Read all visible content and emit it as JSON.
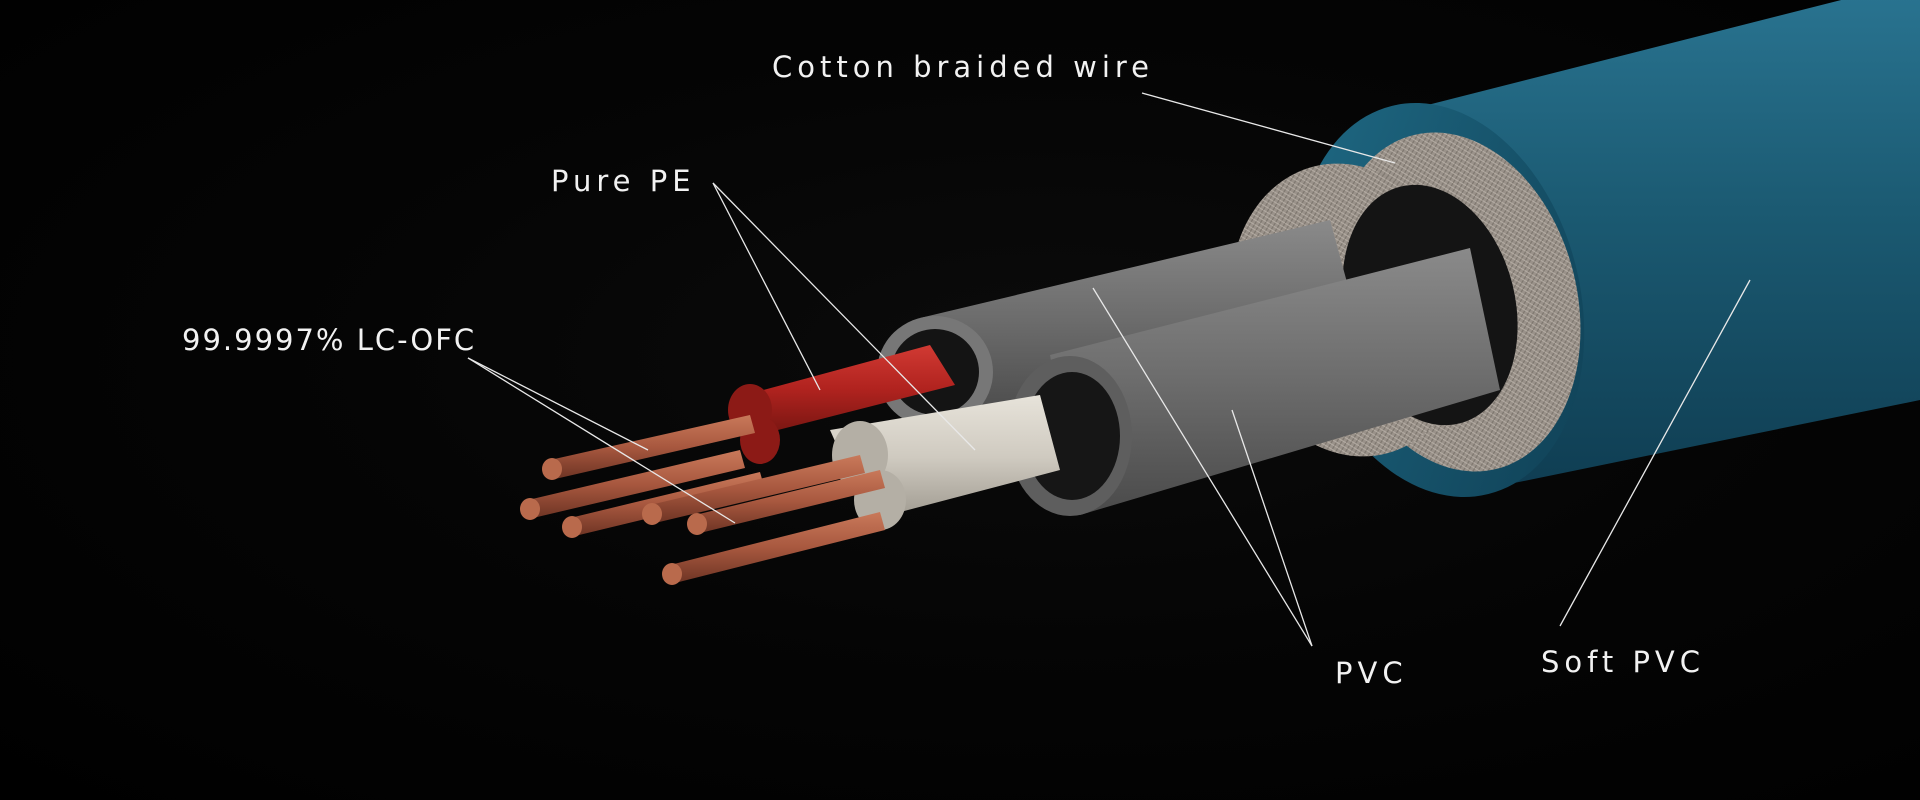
{
  "labels": {
    "cotton_braided_wire": "Cotton braided wire",
    "pure_pe": "Pure PE",
    "lc_ofc": "99.9997% LC-OFC",
    "pvc": "PVC",
    "soft_pvc": "Soft PVC"
  },
  "colors": {
    "background": "#000000",
    "outer_jacket": "#1b5a72",
    "braid": "#9a928a",
    "pvc_inner": "#6c6c6c",
    "pe_red": "#b1231f",
    "pe_white": "#cfcac0",
    "copper": "#a8583f",
    "leader_line": "#e8e8e8"
  }
}
